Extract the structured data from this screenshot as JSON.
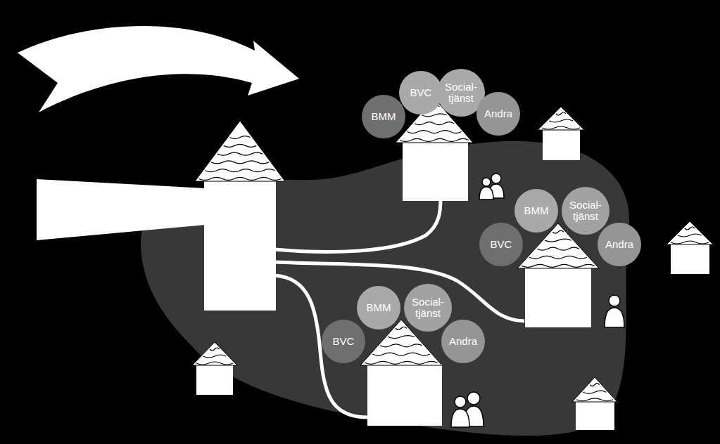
{
  "diagram": {
    "nodes": [
      {
        "text": [
          "BVC"
        ]
      },
      {
        "text": [
          "Social-tjänst"
        ]
      },
      {
        "text": [
          "BMM"
        ]
      },
      {
        "text": [
          "Andra"
        ]
      },
      {
        "text": [
          "BMM"
        ]
      },
      {
        "text": [
          "Social-tjänst"
        ]
      },
      {
        "text": [
          "BVC"
        ]
      },
      {
        "text": [
          "Andra"
        ]
      },
      {
        "text": [
          "BMM"
        ]
      },
      {
        "text": [
          "Social-tjänst"
        ]
      },
      {
        "text": [
          "BVC"
        ]
      },
      {
        "text": [
          "Andra"
        ]
      }
    ]
  }
}
